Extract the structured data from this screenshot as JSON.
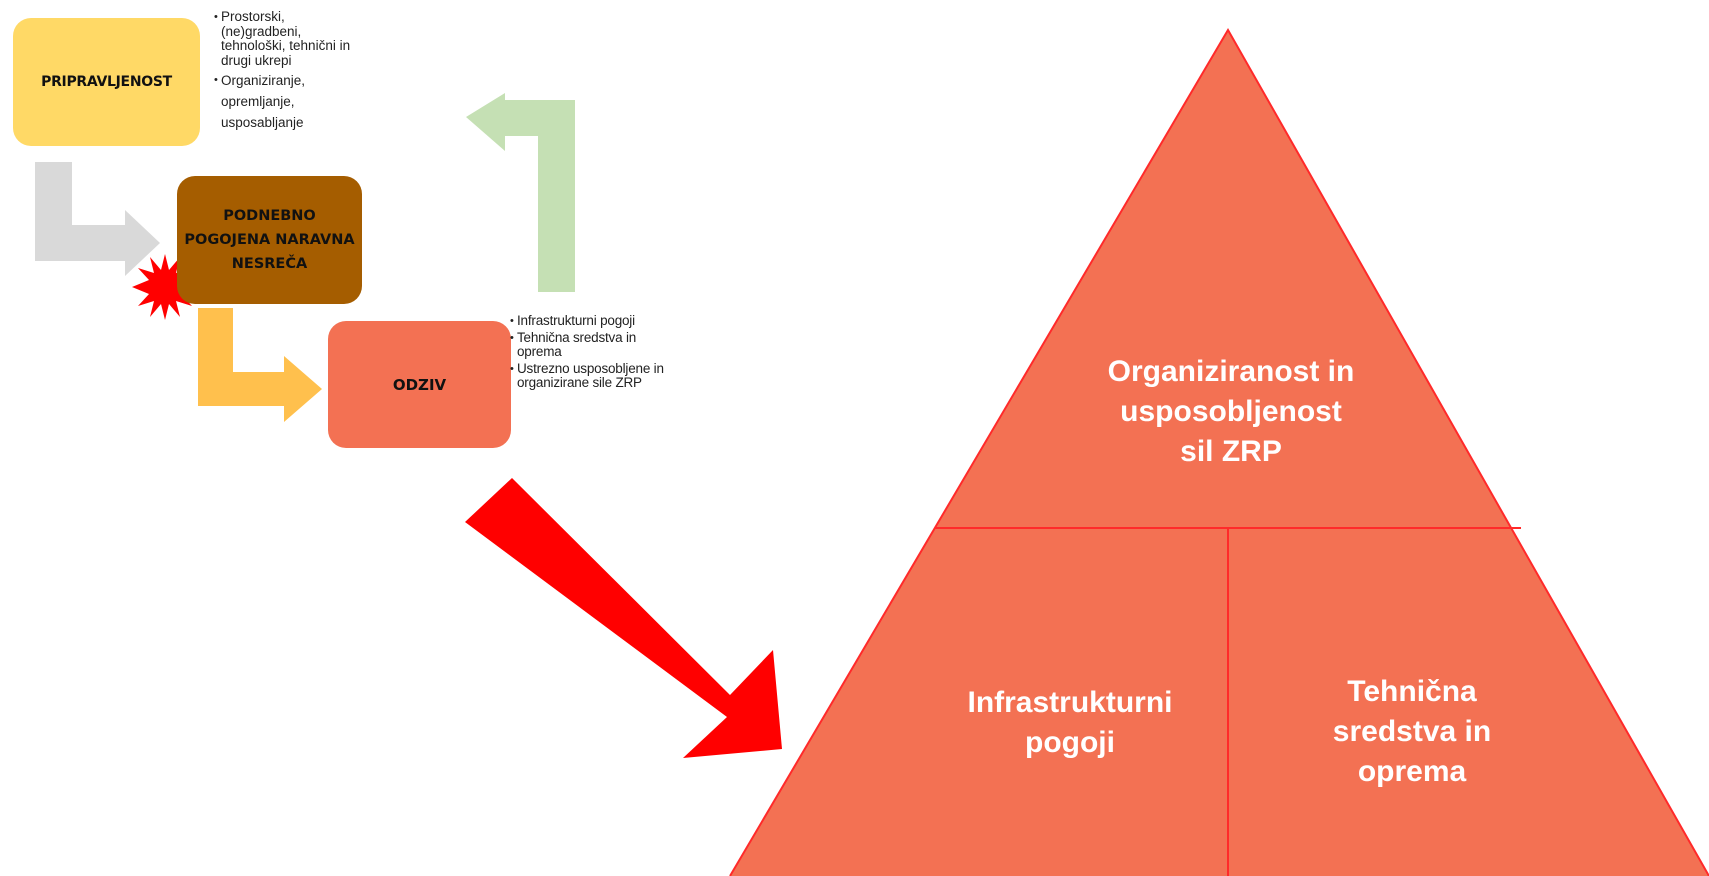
{
  "cycle": {
    "preparedness": {
      "label": "PRIPRAVLJENOST"
    },
    "disaster": {
      "label": "PODNEBNO POGOJENA NARAVNA NESREČA"
    },
    "response": {
      "label": "ODZIV"
    },
    "preparedness_notes": [
      "Prostorski, (ne)gradbeni, tehnološki, tehnični in drugi ukrepi",
      "Organiziranje, opremljanje, usposabljanje"
    ],
    "response_notes": [
      "Infrastrukturni pogoji",
      "Tehnična sredstva in oprema",
      "Ustrezno usposobljene in organizirane sile ZRP"
    ]
  },
  "pyramid": {
    "top": "Organiziranost in usposobljenost sil ZRP",
    "bottom_left": "Infrastrukturni pogoji",
    "bottom_right": "Tehnična sredstva in oprema"
  },
  "colors": {
    "preparedness": "#ffd966",
    "disaster": "#a55d00",
    "response": "#f37153",
    "pyramid": "#f37153",
    "pyramid_lines": "#ff2a2a",
    "arrow_gray": "#d9d9d9",
    "arrow_orange": "#ffc04d",
    "arrow_green": "#c5e0b4",
    "big_arrow": "#ff0000",
    "burst": "#ff0000"
  }
}
